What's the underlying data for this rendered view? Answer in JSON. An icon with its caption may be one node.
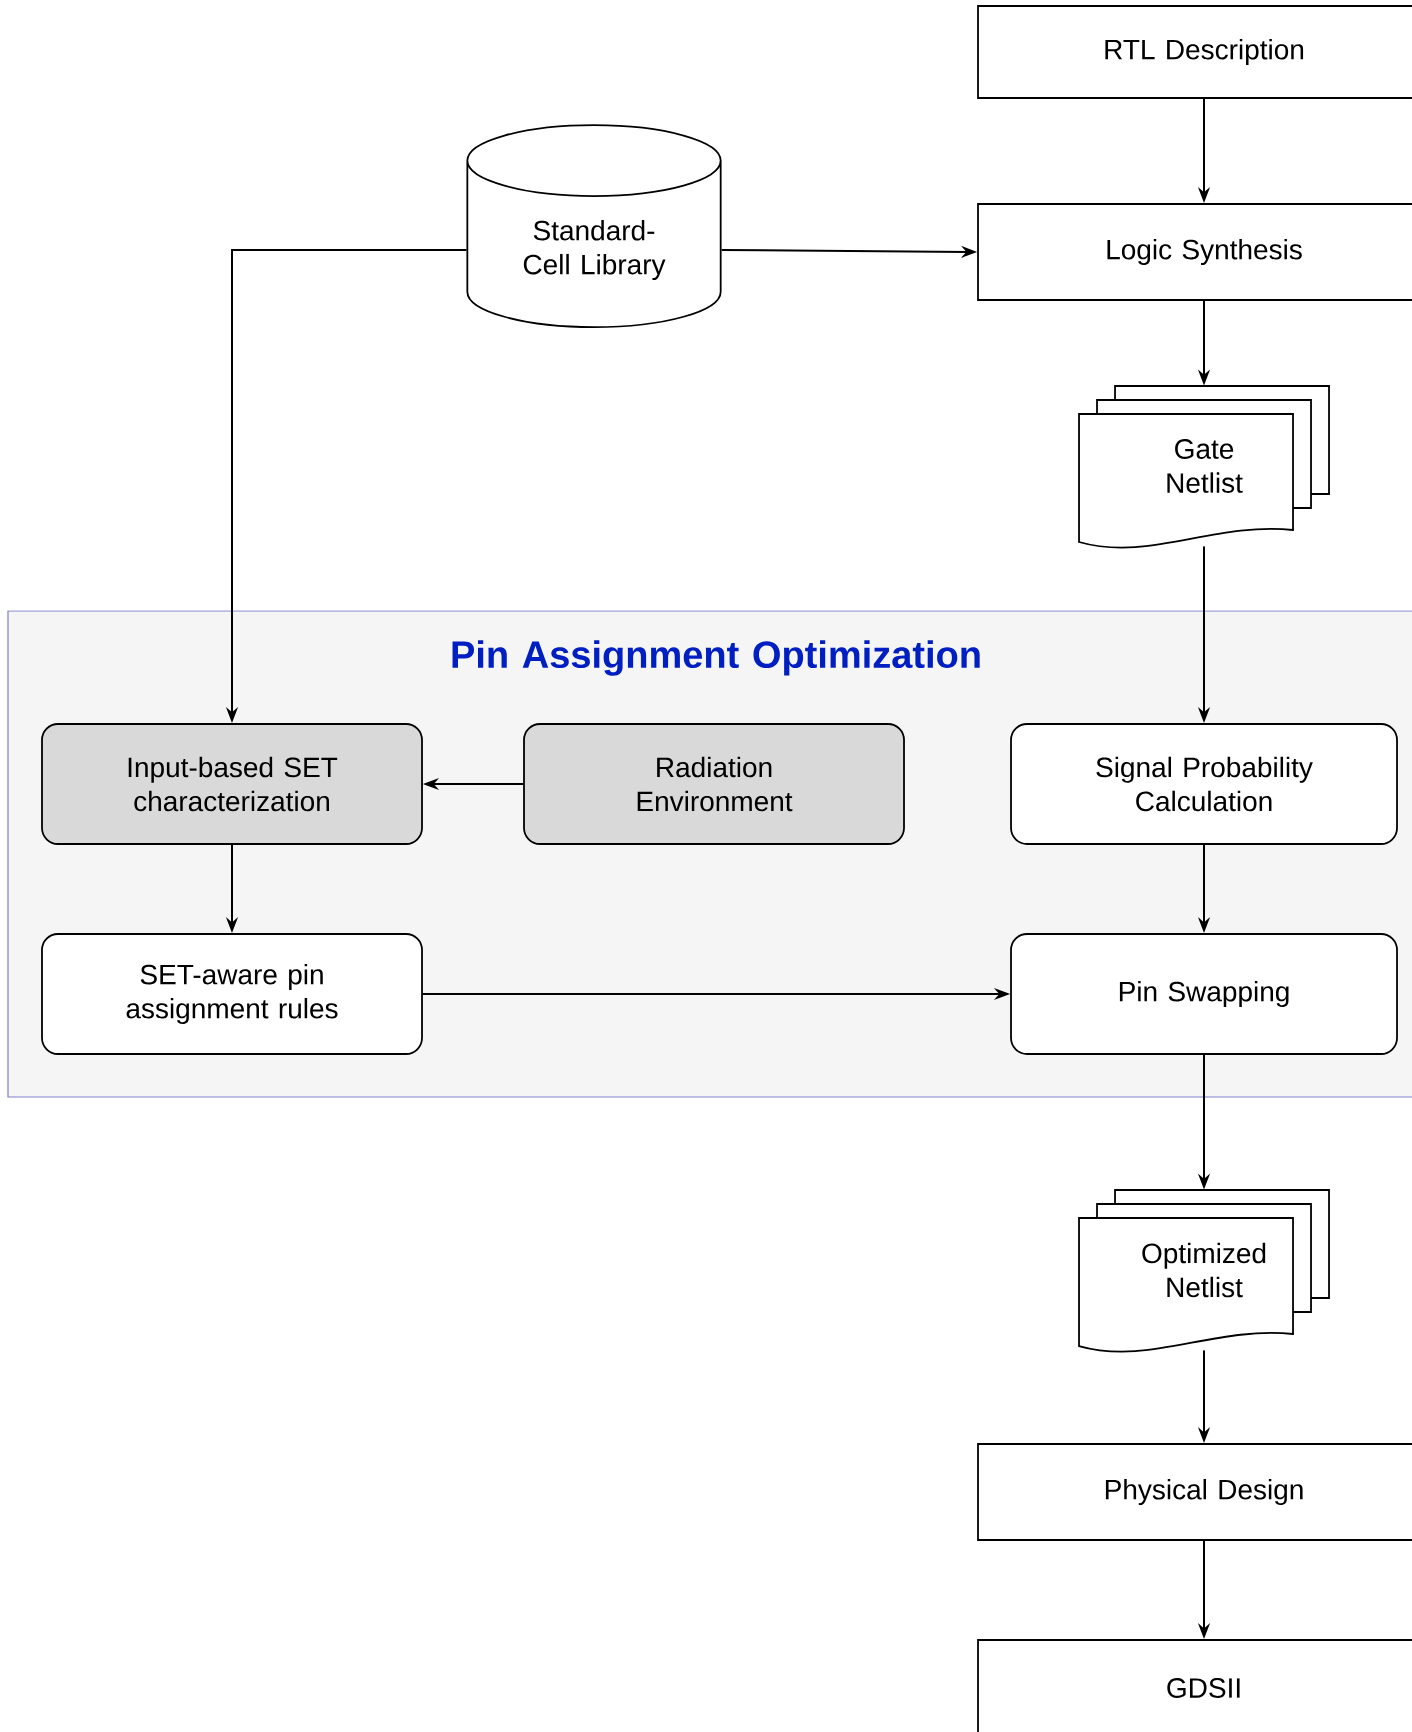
{
  "diagram": {
    "nodes": [
      {
        "text": [
          "RTL Description"
        ]
      },
      {
        "text": [
          "Standard-Cell Library"
        ]
      },
      {
        "text": [
          "Logic Synthesis"
        ]
      },
      {
        "text": [
          "Gate Netlist"
        ]
      },
      {
        "text": [
          "Pin Assignment Optimization"
        ]
      },
      {
        "text": [
          "Input-based SET characterization"
        ],
        "in": 4
      },
      {
        "text": [
          "Radiation Environment"
        ],
        "in": 4
      },
      {
        "text": [
          "Signal Probability Calculation"
        ],
        "in": 4
      },
      {
        "text": [
          "SET-aware pin assignment rules"
        ],
        "in": 4
      },
      {
        "text": [
          "Pin Swapping"
        ],
        "in": 4
      },
      {
        "text": [
          "Optimized Netlist"
        ]
      },
      {
        "text": [
          "Physical Design"
        ]
      },
      {
        "text": [
          "GDSII"
        ]
      }
    ],
    "edges": [
      {
        "from": 0,
        "to": 2,
        "arrow": "to"
      },
      {
        "from": 1,
        "to": 2,
        "arrow": "to"
      },
      {
        "from": 1,
        "to": 5,
        "arrow": "to"
      },
      {
        "from": 2,
        "to": 3,
        "arrow": "to"
      },
      {
        "from": 3,
        "to": 7,
        "arrow": "to"
      },
      {
        "from": 6,
        "to": 5,
        "arrow": "to"
      },
      {
        "from": 5,
        "to": 8,
        "arrow": "to"
      },
      {
        "from": 8,
        "to": 9,
        "arrow": "to"
      },
      {
        "from": 7,
        "to": 9,
        "arrow": "to"
      },
      {
        "from": 9,
        "to": 10,
        "arrow": "to"
      },
      {
        "from": 10,
        "to": 11,
        "arrow": "to"
      },
      {
        "from": 11,
        "to": 12,
        "arrow": "to"
      }
    ]
  }
}
